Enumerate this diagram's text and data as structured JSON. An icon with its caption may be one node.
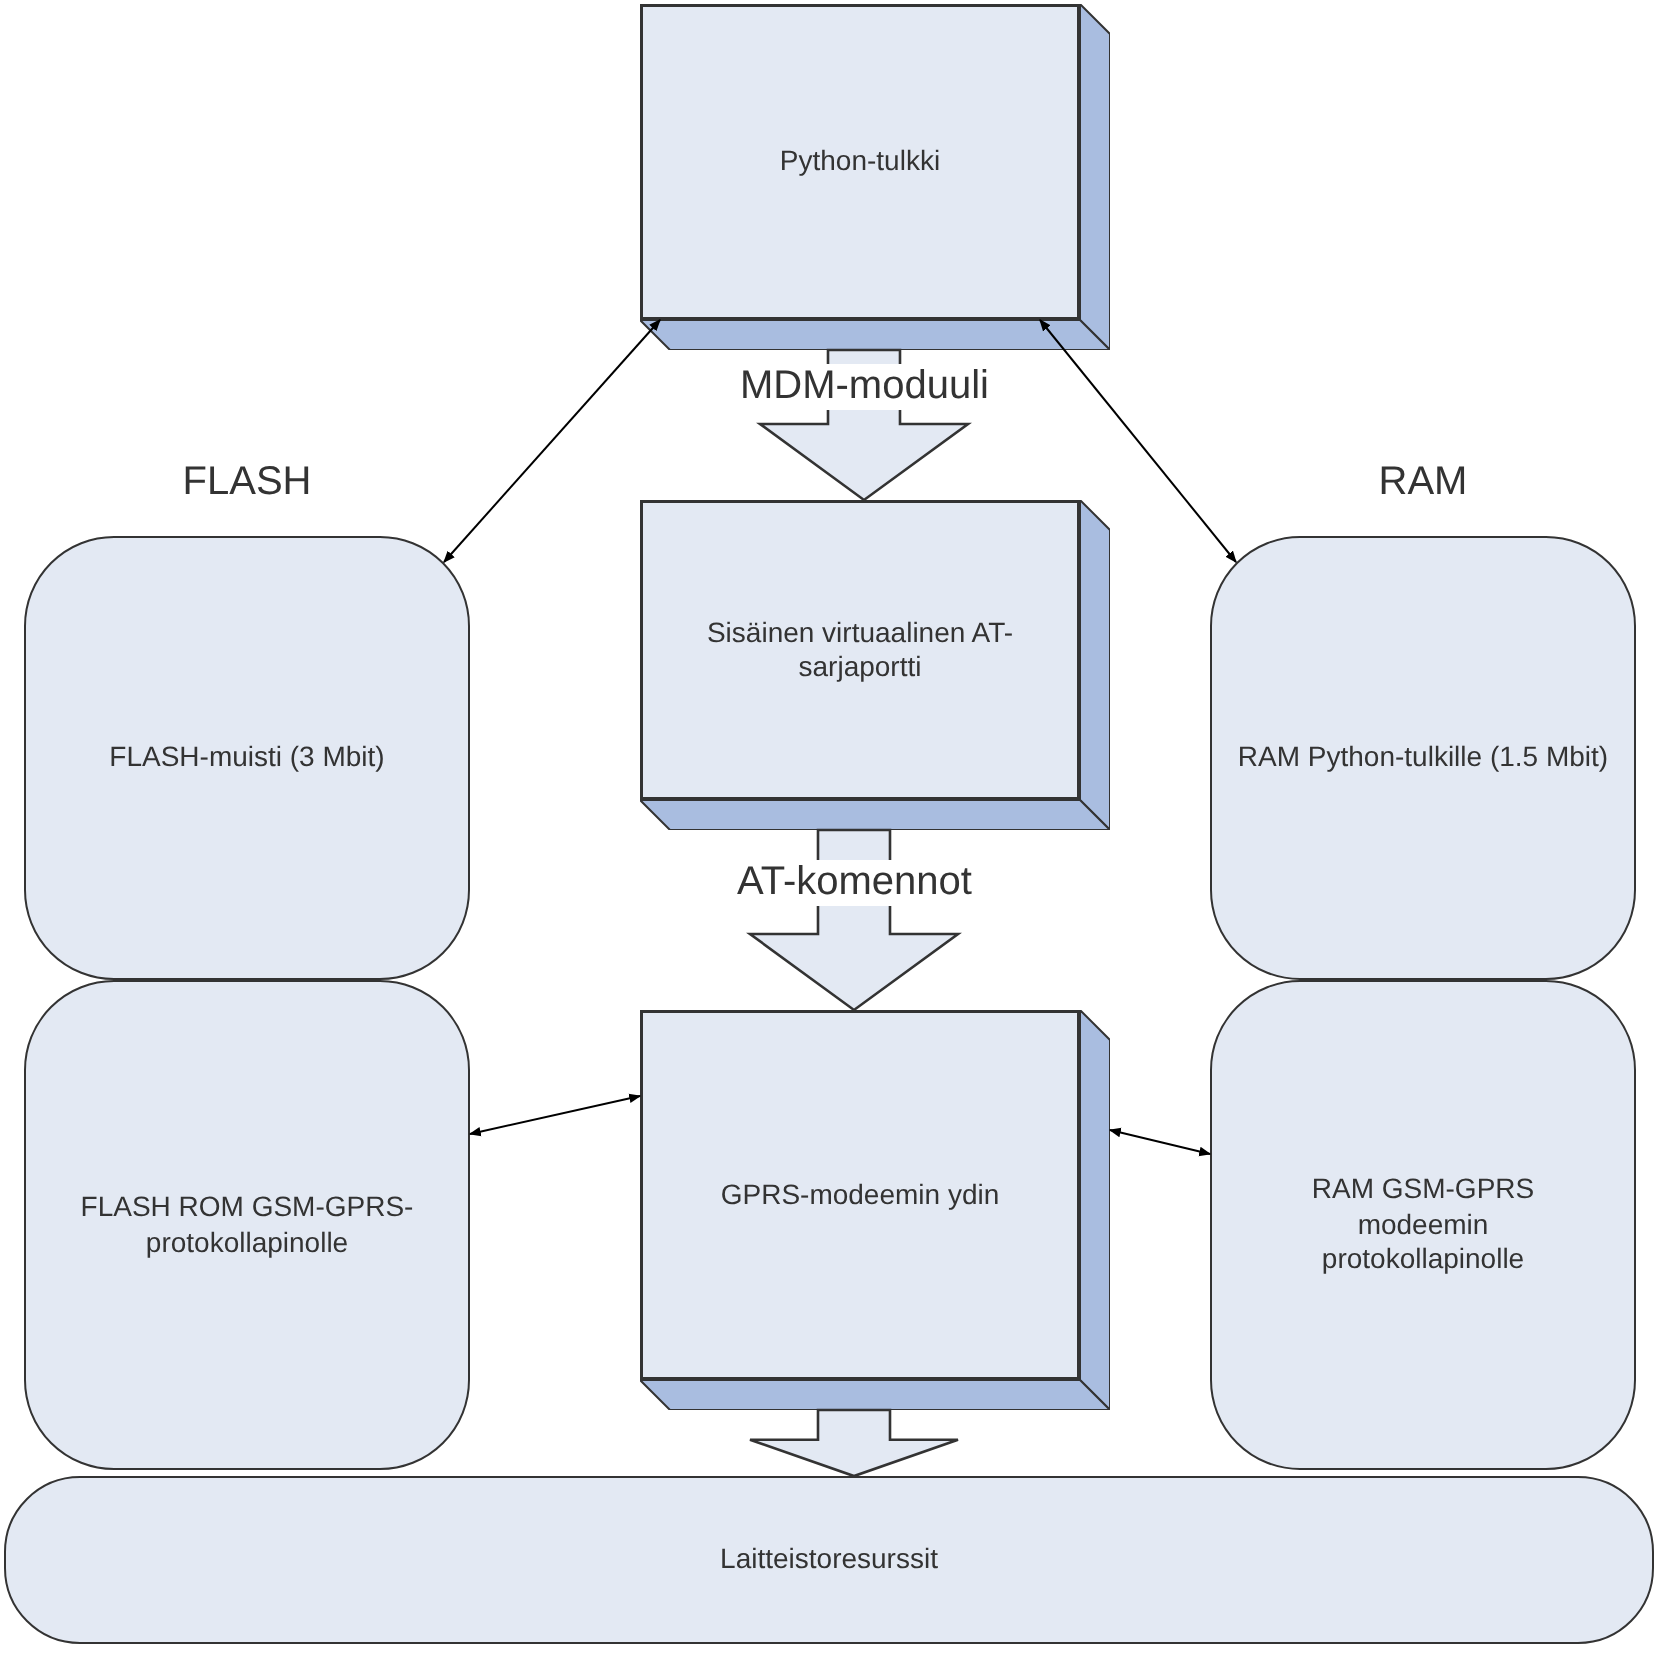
{
  "diagram": {
    "nodes": [
      {
        "text": [
          "Python-tulkki"
        ]
      },
      {
        "text": [
          "FLASH",
          "FLASH-muisti (3 Mbit)"
        ]
      },
      {
        "text": [
          "Sisäinen virtuaalinen AT-sarjaportti"
        ]
      },
      {
        "text": [
          "RAM",
          "RAM Python-tulkille (1.5 Mbit)"
        ]
      },
      {
        "text": [
          "FLASH ROM GSM-GPRS-protokollapinolle"
        ]
      },
      {
        "text": [
          "GPRS-modeemin ydin"
        ]
      },
      {
        "text": [
          "RAM GSM-GPRS modeemin protokollapinolle"
        ]
      },
      {
        "text": [
          "Laitteistoresurssit"
        ]
      }
    ],
    "edges": [
      {
        "from": 0,
        "to": 1,
        "arrow": "both"
      },
      {
        "from": 0,
        "to": 3,
        "arrow": "both"
      },
      {
        "from": 0,
        "to": 2,
        "arrow": "to",
        "label": "MDM-moduuli",
        "style": "thick"
      },
      {
        "from": 2,
        "to": 5,
        "arrow": "to",
        "label": "AT-komennot",
        "style": "thick"
      },
      {
        "from": 4,
        "to": 5,
        "arrow": "both"
      },
      {
        "from": 5,
        "to": 6,
        "arrow": "both"
      },
      {
        "from": 5,
        "to": 7,
        "arrow": "to",
        "style": "thick"
      }
    ]
  }
}
